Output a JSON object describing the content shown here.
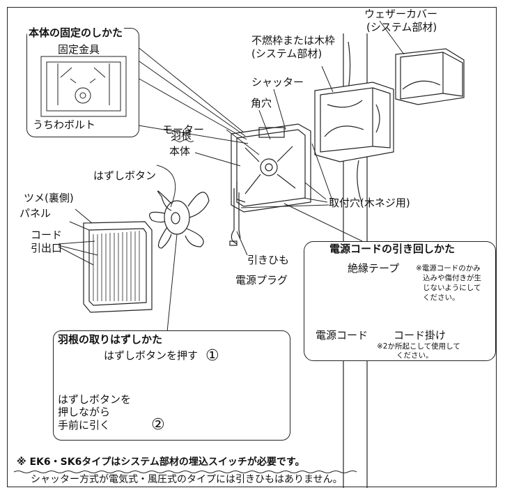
{
  "labels": {
    "fixing_title": "本体の固定のしかた",
    "fixing_bracket": "固定金具",
    "fan_bolt": "うちわボルト",
    "weather_cover_1": "ウェザーカバー",
    "weather_cover_2": "(システム部材)",
    "frame_1": "不燃枠または木枠",
    "frame_2": "(システム部材)",
    "shutter": "シャッター",
    "square_hole": "角穴",
    "motor": "モーター",
    "body": "本体",
    "blade": "羽根",
    "release_button": "はずしボタン",
    "claw": "ツメ(裏側)",
    "panel": "パネル",
    "cord_outlet_1": "コード",
    "cord_outlet_2": "引出口",
    "mounting_holes": "取付穴(木ネジ用)",
    "pull_cord": "引きひも",
    "power_plug": "電源プラグ"
  },
  "cord_routing": {
    "title": "電源コードの引き回しかた",
    "insulation_tape": "絶縁テープ",
    "power_cord": "電源コード",
    "cord_hook": "コード掛け",
    "note_1": "※電源コードのかみ",
    "note_2": "込みや傷付きが生",
    "note_3": "じないようにして",
    "note_4": "ください。",
    "hook_note_1": "※2か所起こして使用して",
    "hook_note_2": "ください。"
  },
  "blade_removal": {
    "title": "羽根の取りはずしかた",
    "step1": "はずしボタンを押す",
    "step1_num": "①",
    "step2_line1": "はずしボタンを",
    "step2_line2": "押しながら",
    "step2_line3": "手前に引く",
    "step2_num": "②"
  },
  "footnotes": {
    "line1": "※ EK6・SK6タイプはシステム部材の埋込スイッチが必要です。",
    "line2": "シャッター方式が電気式・風圧式のタイプには引きひもはありません。"
  }
}
